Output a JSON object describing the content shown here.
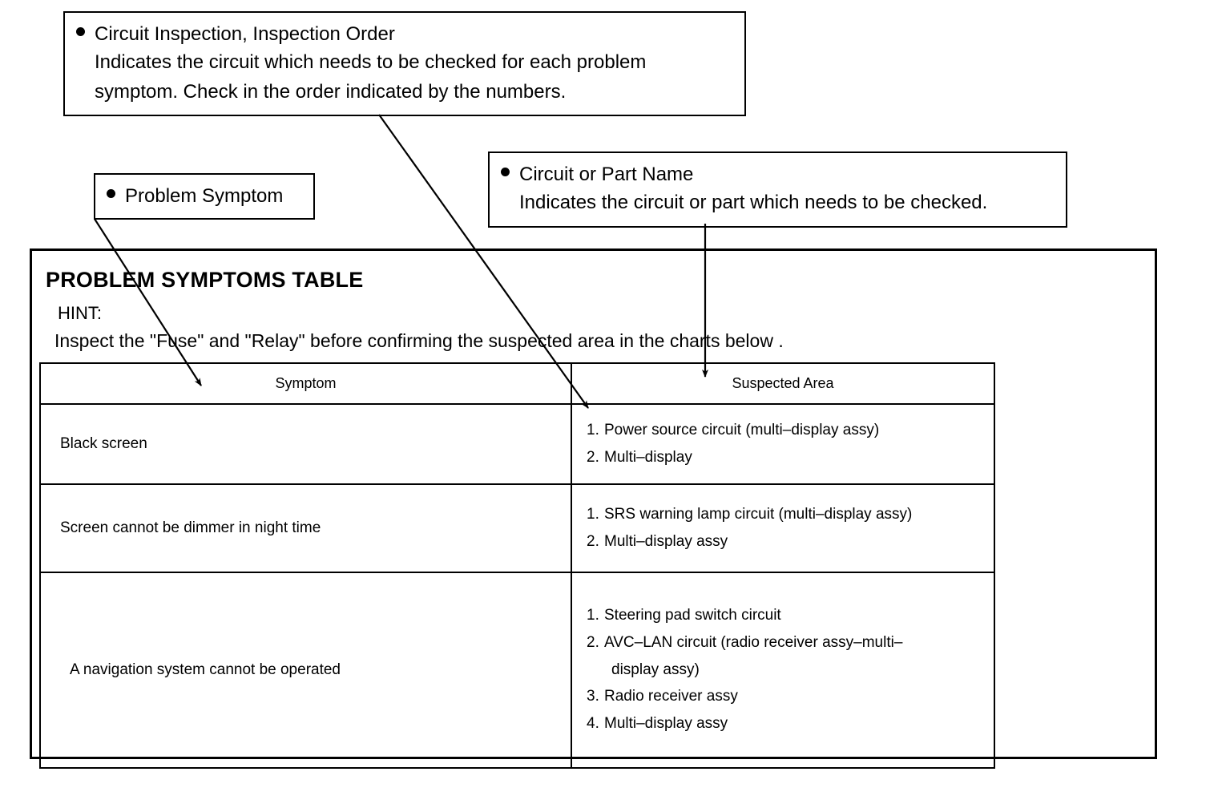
{
  "callouts": {
    "circuit_inspection": {
      "title": "Circuit Inspection, Inspection Order",
      "body_line1": "Indicates the circuit which needs to be checked for each problem",
      "body_line2": "symptom. Check in the order indicated by the numbers."
    },
    "problem_symptom": {
      "title": "Problem Symptom"
    },
    "circuit_part_name": {
      "title": "Circuit or Part Name",
      "body_line1": "Indicates the circuit or part which needs to be checked."
    }
  },
  "section": {
    "title": "PROBLEM SYMPTOMS TABLE",
    "hint_label": "HINT:",
    "hint_text": "Inspect the \"Fuse\" and \"Relay\" before confirming the suspected area in the charts below ."
  },
  "table": {
    "headers": {
      "symptom": "Symptom",
      "suspected_area": "Suspected Area"
    },
    "rows": [
      {
        "symptom": "Black screen",
        "suspected": [
          {
            "num": "1.",
            "text": "Power source circuit (multi–display assy)"
          },
          {
            "num": "2.",
            "text": "Multi–display"
          }
        ]
      },
      {
        "symptom": "Screen cannot be dimmer in night time",
        "suspected": [
          {
            "num": "1.",
            "text": "SRS warning lamp circuit (multi–display assy)"
          },
          {
            "num": "2.",
            "text": "Multi–display assy"
          }
        ]
      },
      {
        "symptom": "A navigation system cannot be operated",
        "suspected": [
          {
            "num": "1.",
            "text": "Steering pad switch circuit"
          },
          {
            "num": "2.",
            "text": "AVC–LAN circuit (radio receiver assy–multi–",
            "cont": "display assy)"
          },
          {
            "num": "3.",
            "text": "Radio receiver assy"
          },
          {
            "num": "4.",
            "text": "Multi–display assy"
          }
        ]
      }
    ]
  },
  "colors": {
    "ink": "#000000",
    "paper": "#ffffff"
  }
}
